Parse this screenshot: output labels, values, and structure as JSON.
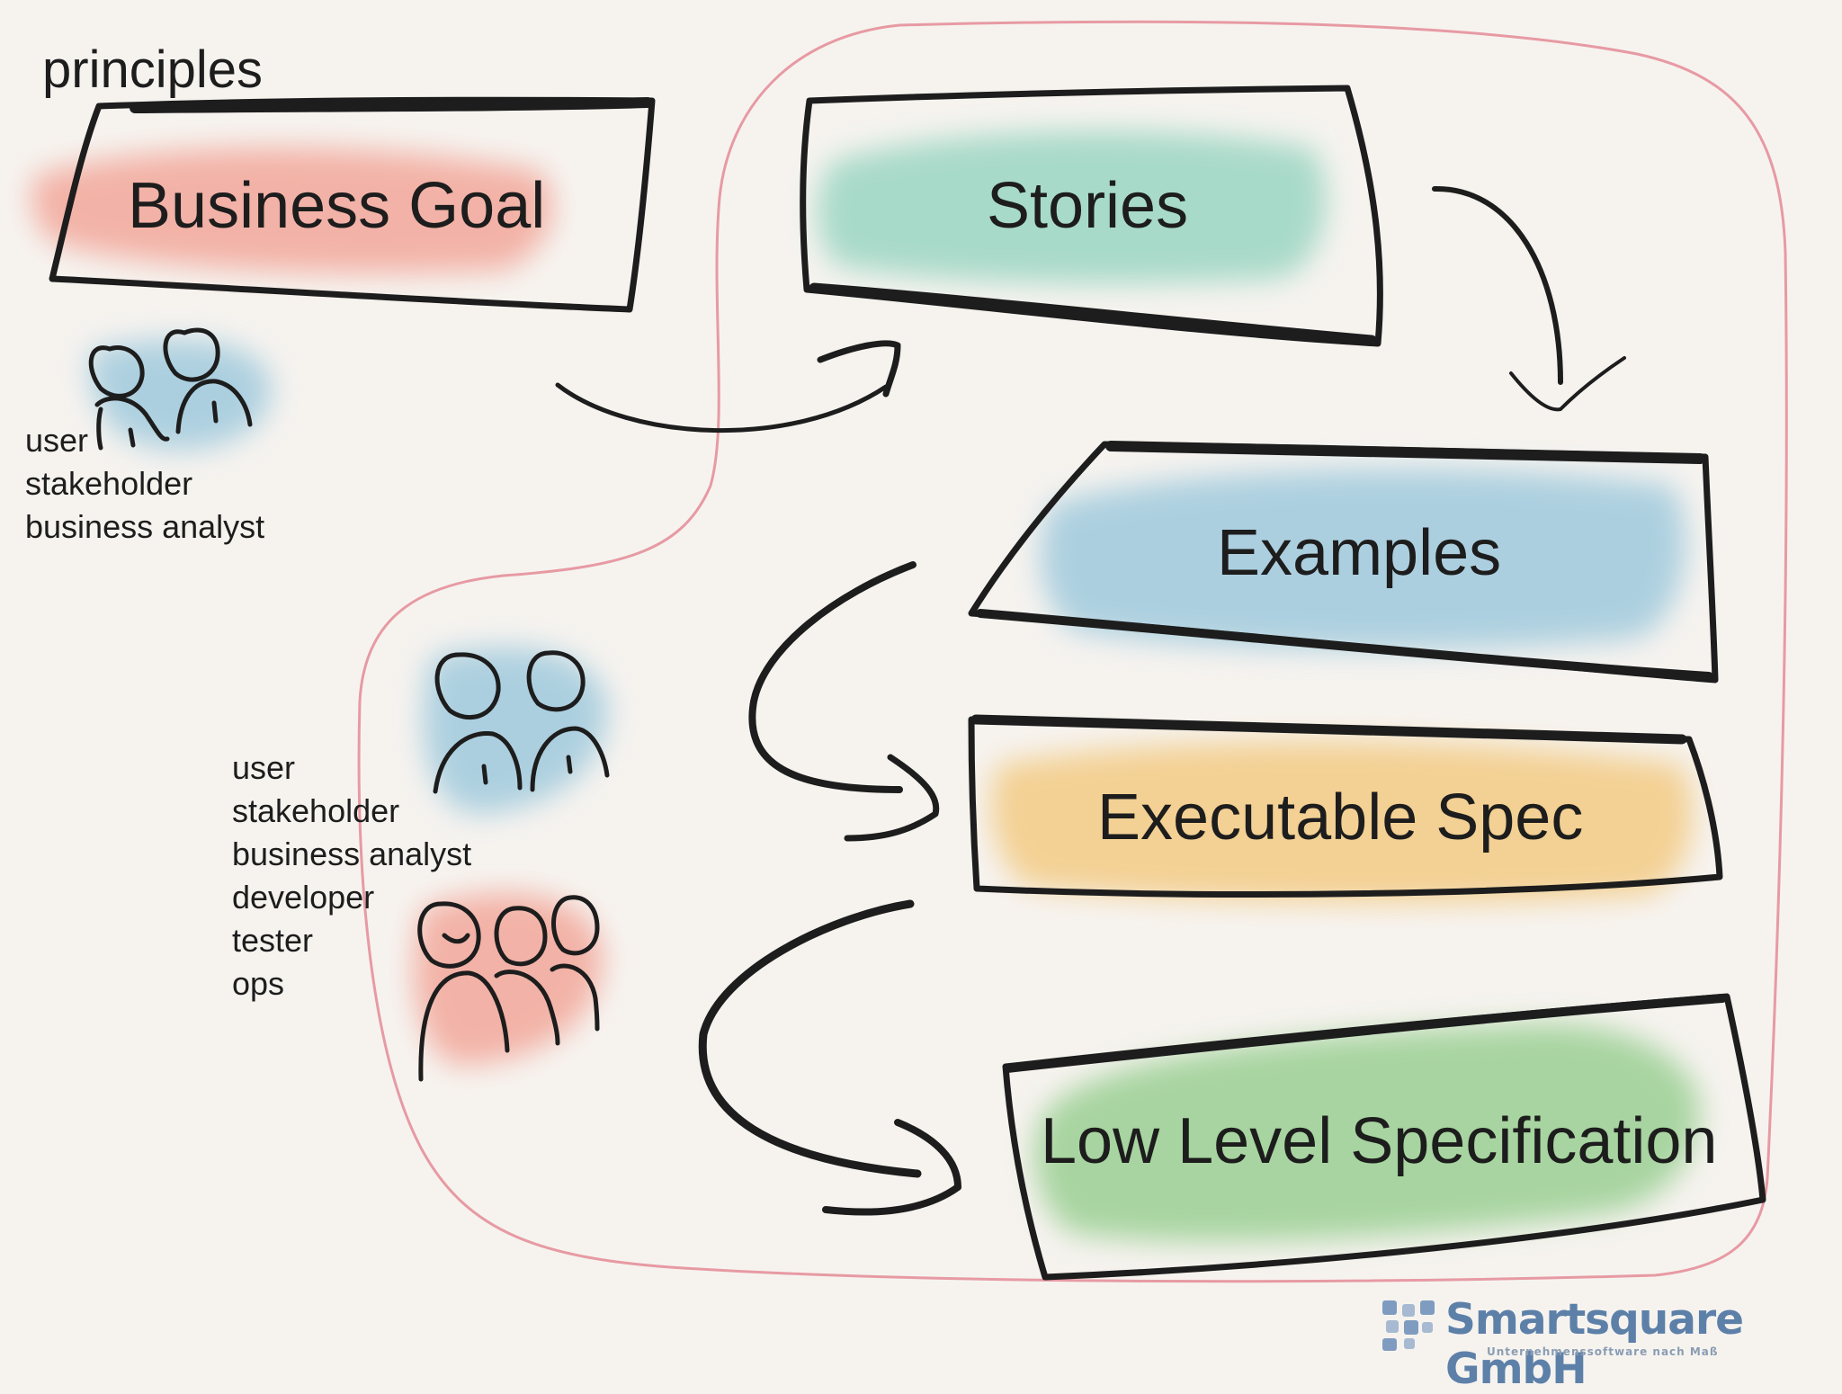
{
  "page": {
    "title": "principles"
  },
  "boxes": {
    "business_goal": "Business Goal",
    "stories": "Stories",
    "examples": "Examples",
    "executable_spec": "Executable Spec",
    "low_level_spec": "Low Level Specification"
  },
  "role_groups": {
    "group1": [
      "user",
      "stakeholder",
      "business analyst"
    ],
    "group2": [
      "user",
      "stakeholder",
      "business analyst",
      "developer",
      "tester",
      "ops"
    ]
  },
  "logo": {
    "name": "Smartsquare GmbH",
    "tagline": "Unternehmenssoftware nach Maß"
  },
  "colors": {
    "red_wash": "#f2a093",
    "teal_wash": "#93d3bf",
    "blue_wash": "#98c6db",
    "yellow_wash": "#f3c77a",
    "green_wash": "#92cc8a",
    "ink": "#1d1d1d",
    "boundary": "#e79aa3",
    "logo": "#5d80a8"
  }
}
